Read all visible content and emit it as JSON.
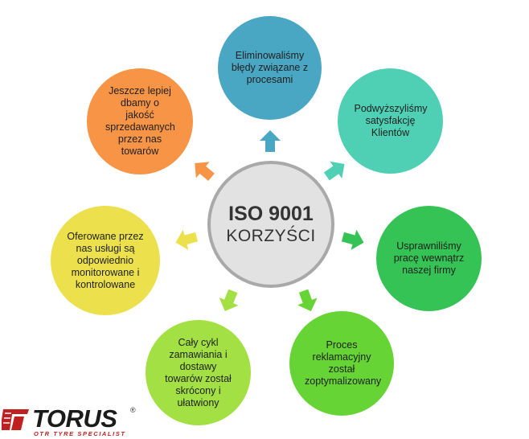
{
  "center": {
    "title": "ISO 9001",
    "subtitle": "KORZYŚCI"
  },
  "benefits": [
    {
      "text": "Eliminowaliśmy błędy związane z procesami",
      "color": "#4aa7c3"
    },
    {
      "text": "Podwyższyliśmy satysfakcję Klientów",
      "color": "#4fd0b4"
    },
    {
      "text": "Usprawniliśmy pracę wewnątrz naszej firmy",
      "color": "#35c355"
    },
    {
      "text": "Proces reklamacyjny został zoptymalizowany",
      "color": "#65d434"
    },
    {
      "text": "Cały cykl zamawiania i dostawy towarów został skrócony i ułatwiony",
      "color": "#a2e044"
    },
    {
      "text": "Oferowane przez nas usługi są odpowiednio monitorowane i kontrolowane",
      "color": "#ece14c"
    },
    {
      "text": "Jeszcze lepiej dbamy o jakość sprzedawanych przez nas towarów",
      "color": "#f79446"
    }
  ],
  "logo": {
    "word": "TORUS",
    "tagline": "OTR TYRE SPECIALIST",
    "mark": "®",
    "color": "#c0201f"
  }
}
